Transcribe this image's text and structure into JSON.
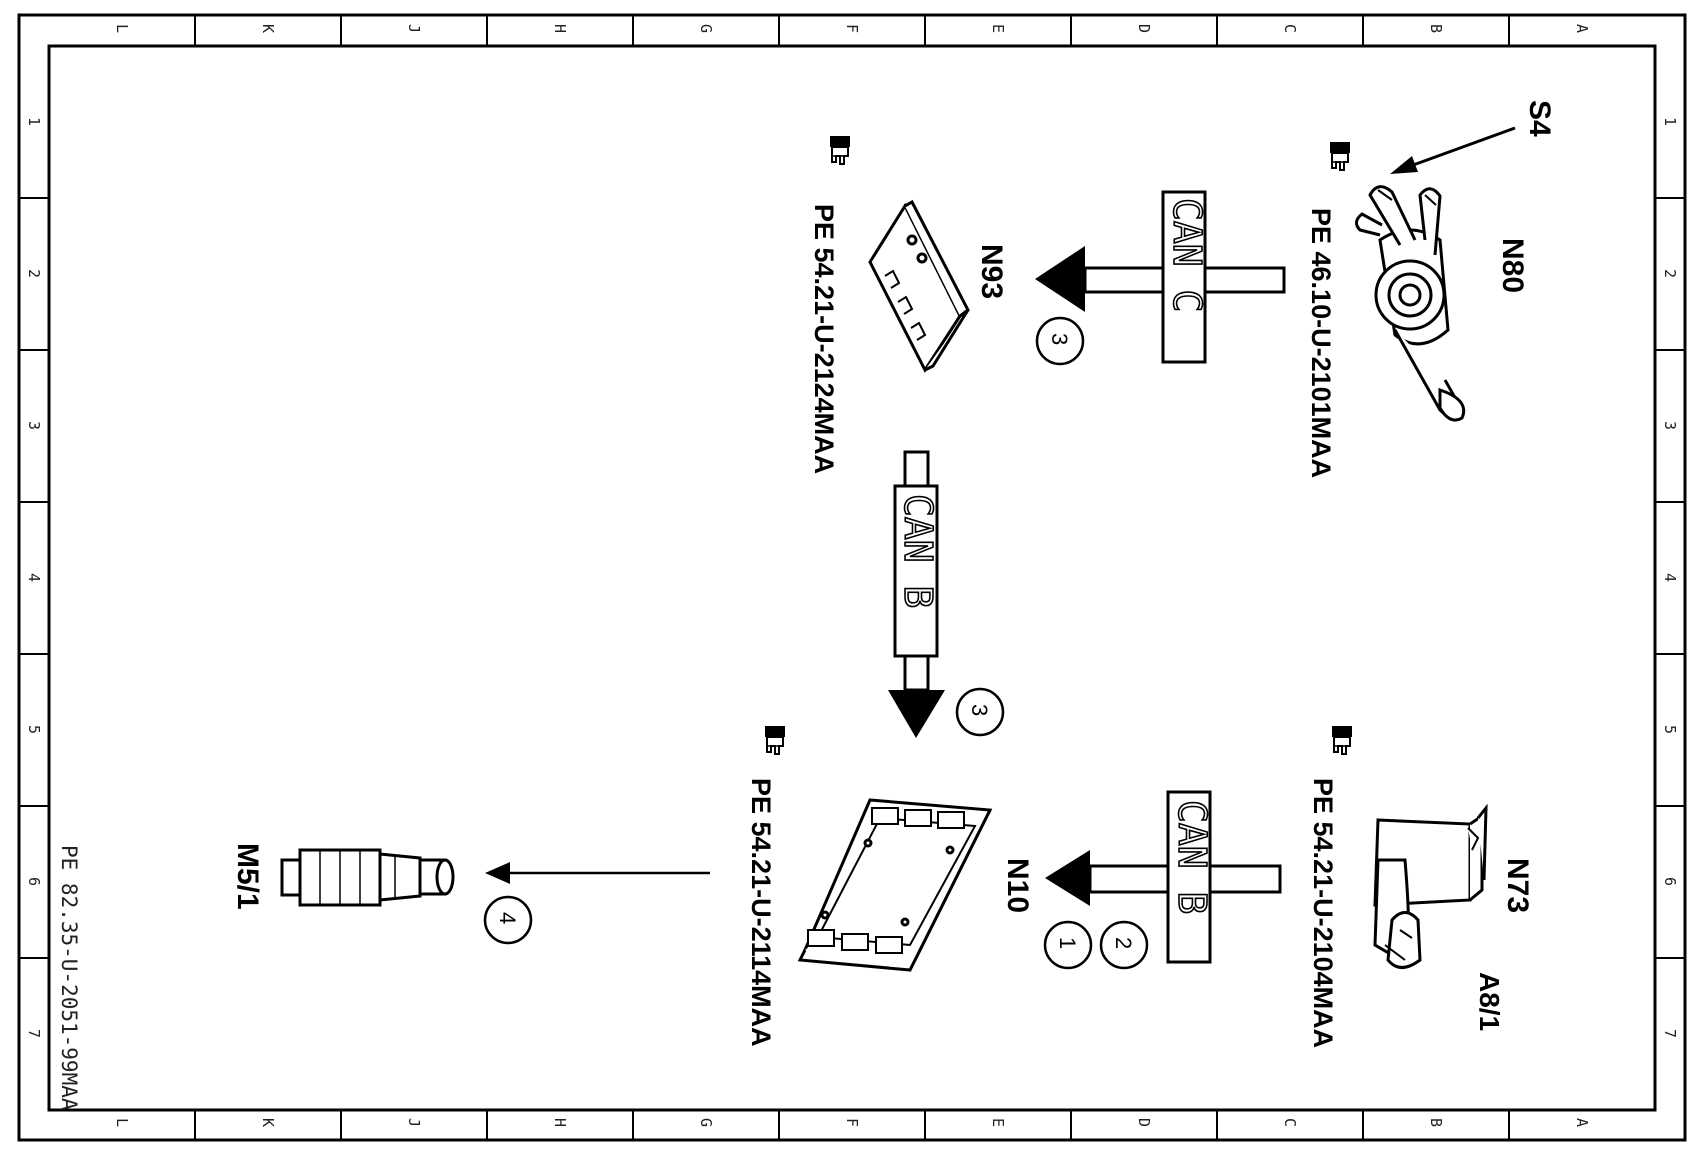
{
  "frame": {
    "columns": [
      "L",
      "K",
      "J",
      "H",
      "G",
      "F",
      "E",
      "D",
      "C",
      "B",
      "A"
    ],
    "rows": [
      "1",
      "2",
      "3",
      "4",
      "5",
      "6",
      "7"
    ],
    "doc_id": "PE 82.35-U-2051-99MAA"
  },
  "components": {
    "s4": {
      "label": "S4"
    },
    "n80": {
      "label": "N80",
      "ref": "PE  46.10-U-2101MAA"
    },
    "n93": {
      "label": "N93",
      "ref": "PE  54.21-U-2124MAA"
    },
    "n73": {
      "label": "N73",
      "sublabel": "A8/1",
      "ref": "PE  54.21-U-2104MAA"
    },
    "n10": {
      "label": "N10",
      "ref": "PE  54.21-U-2114MAA"
    },
    "m5_1": {
      "label": "M5/1"
    }
  },
  "buses": {
    "can_c": "CAN C",
    "can_b_vertical": "CAN B",
    "can_b_lower": "CAN B"
  },
  "callouts": {
    "c_n93": "3",
    "c_n10_top": "3",
    "c_n10_1": "1",
    "c_n10_2": "2",
    "c_m5": "4"
  },
  "icons": {
    "ref": "pointing-hand-icon"
  }
}
